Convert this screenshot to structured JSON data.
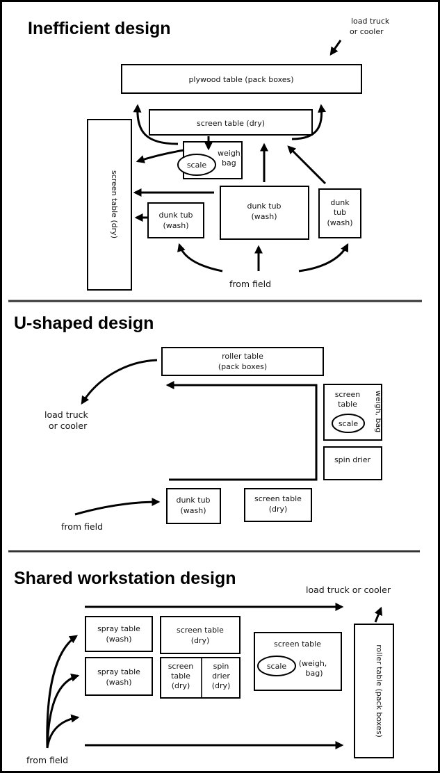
{
  "sections": {
    "inefficient": {
      "title": "Inefficient design",
      "load_truck_line1": "load truck",
      "load_truck_line2": "or cooler",
      "plywood_table": "plywood table (pack boxes)",
      "screen_table_top": "screen table (dry)",
      "screen_table_side": "screen table (dry)",
      "weigh_line1": "weigh,",
      "weigh_line2": "bag",
      "scale": "scale",
      "dunk_left_line1": "dunk tub",
      "dunk_left_line2": "(wash)",
      "dunk_mid_line1": "dunk tub",
      "dunk_mid_line2": "(wash)",
      "dunk_right_line1": "dunk",
      "dunk_right_line2": "tub",
      "dunk_right_line3": "(wash)",
      "from_field": "from field"
    },
    "ushaped": {
      "title": "U-shaped design",
      "roller_line1": "roller table",
      "roller_line2": "(pack boxes)",
      "load_truck_line1": "load truck",
      "load_truck_line2": "or cooler",
      "screen_line1": "screen",
      "screen_line2": "table",
      "scale": "scale",
      "weigh_bag": "weigh, bag",
      "spin_drier": "spin drier",
      "dunk_line1": "dunk tub",
      "dunk_line2": "(wash)",
      "screen_dry_line1": "screen table",
      "screen_dry_line2": "(dry)",
      "from_field": "from field"
    },
    "shared": {
      "title": "Shared workstation design",
      "load_truck": "load truck or cooler",
      "spray_top_line1": "spray table",
      "spray_top_line2": "(wash)",
      "screen_top_line1": "screen table",
      "screen_top_line2": "(dry)",
      "spray_bottom_line1": "spray table",
      "spray_bottom_line2": "(wash)",
      "screen_small_line1": "screen",
      "screen_small_line2": "table",
      "screen_small_line3": "(dry)",
      "spin_line1": "spin",
      "spin_line2": "drier",
      "spin_line3": "(dry)",
      "screen_big": "screen table",
      "scale": "scale",
      "weigh_line1": "(weigh,",
      "weigh_line2": "bag)",
      "roller_vertical": "roller table (pack boxes)",
      "from_field": "from field"
    }
  }
}
